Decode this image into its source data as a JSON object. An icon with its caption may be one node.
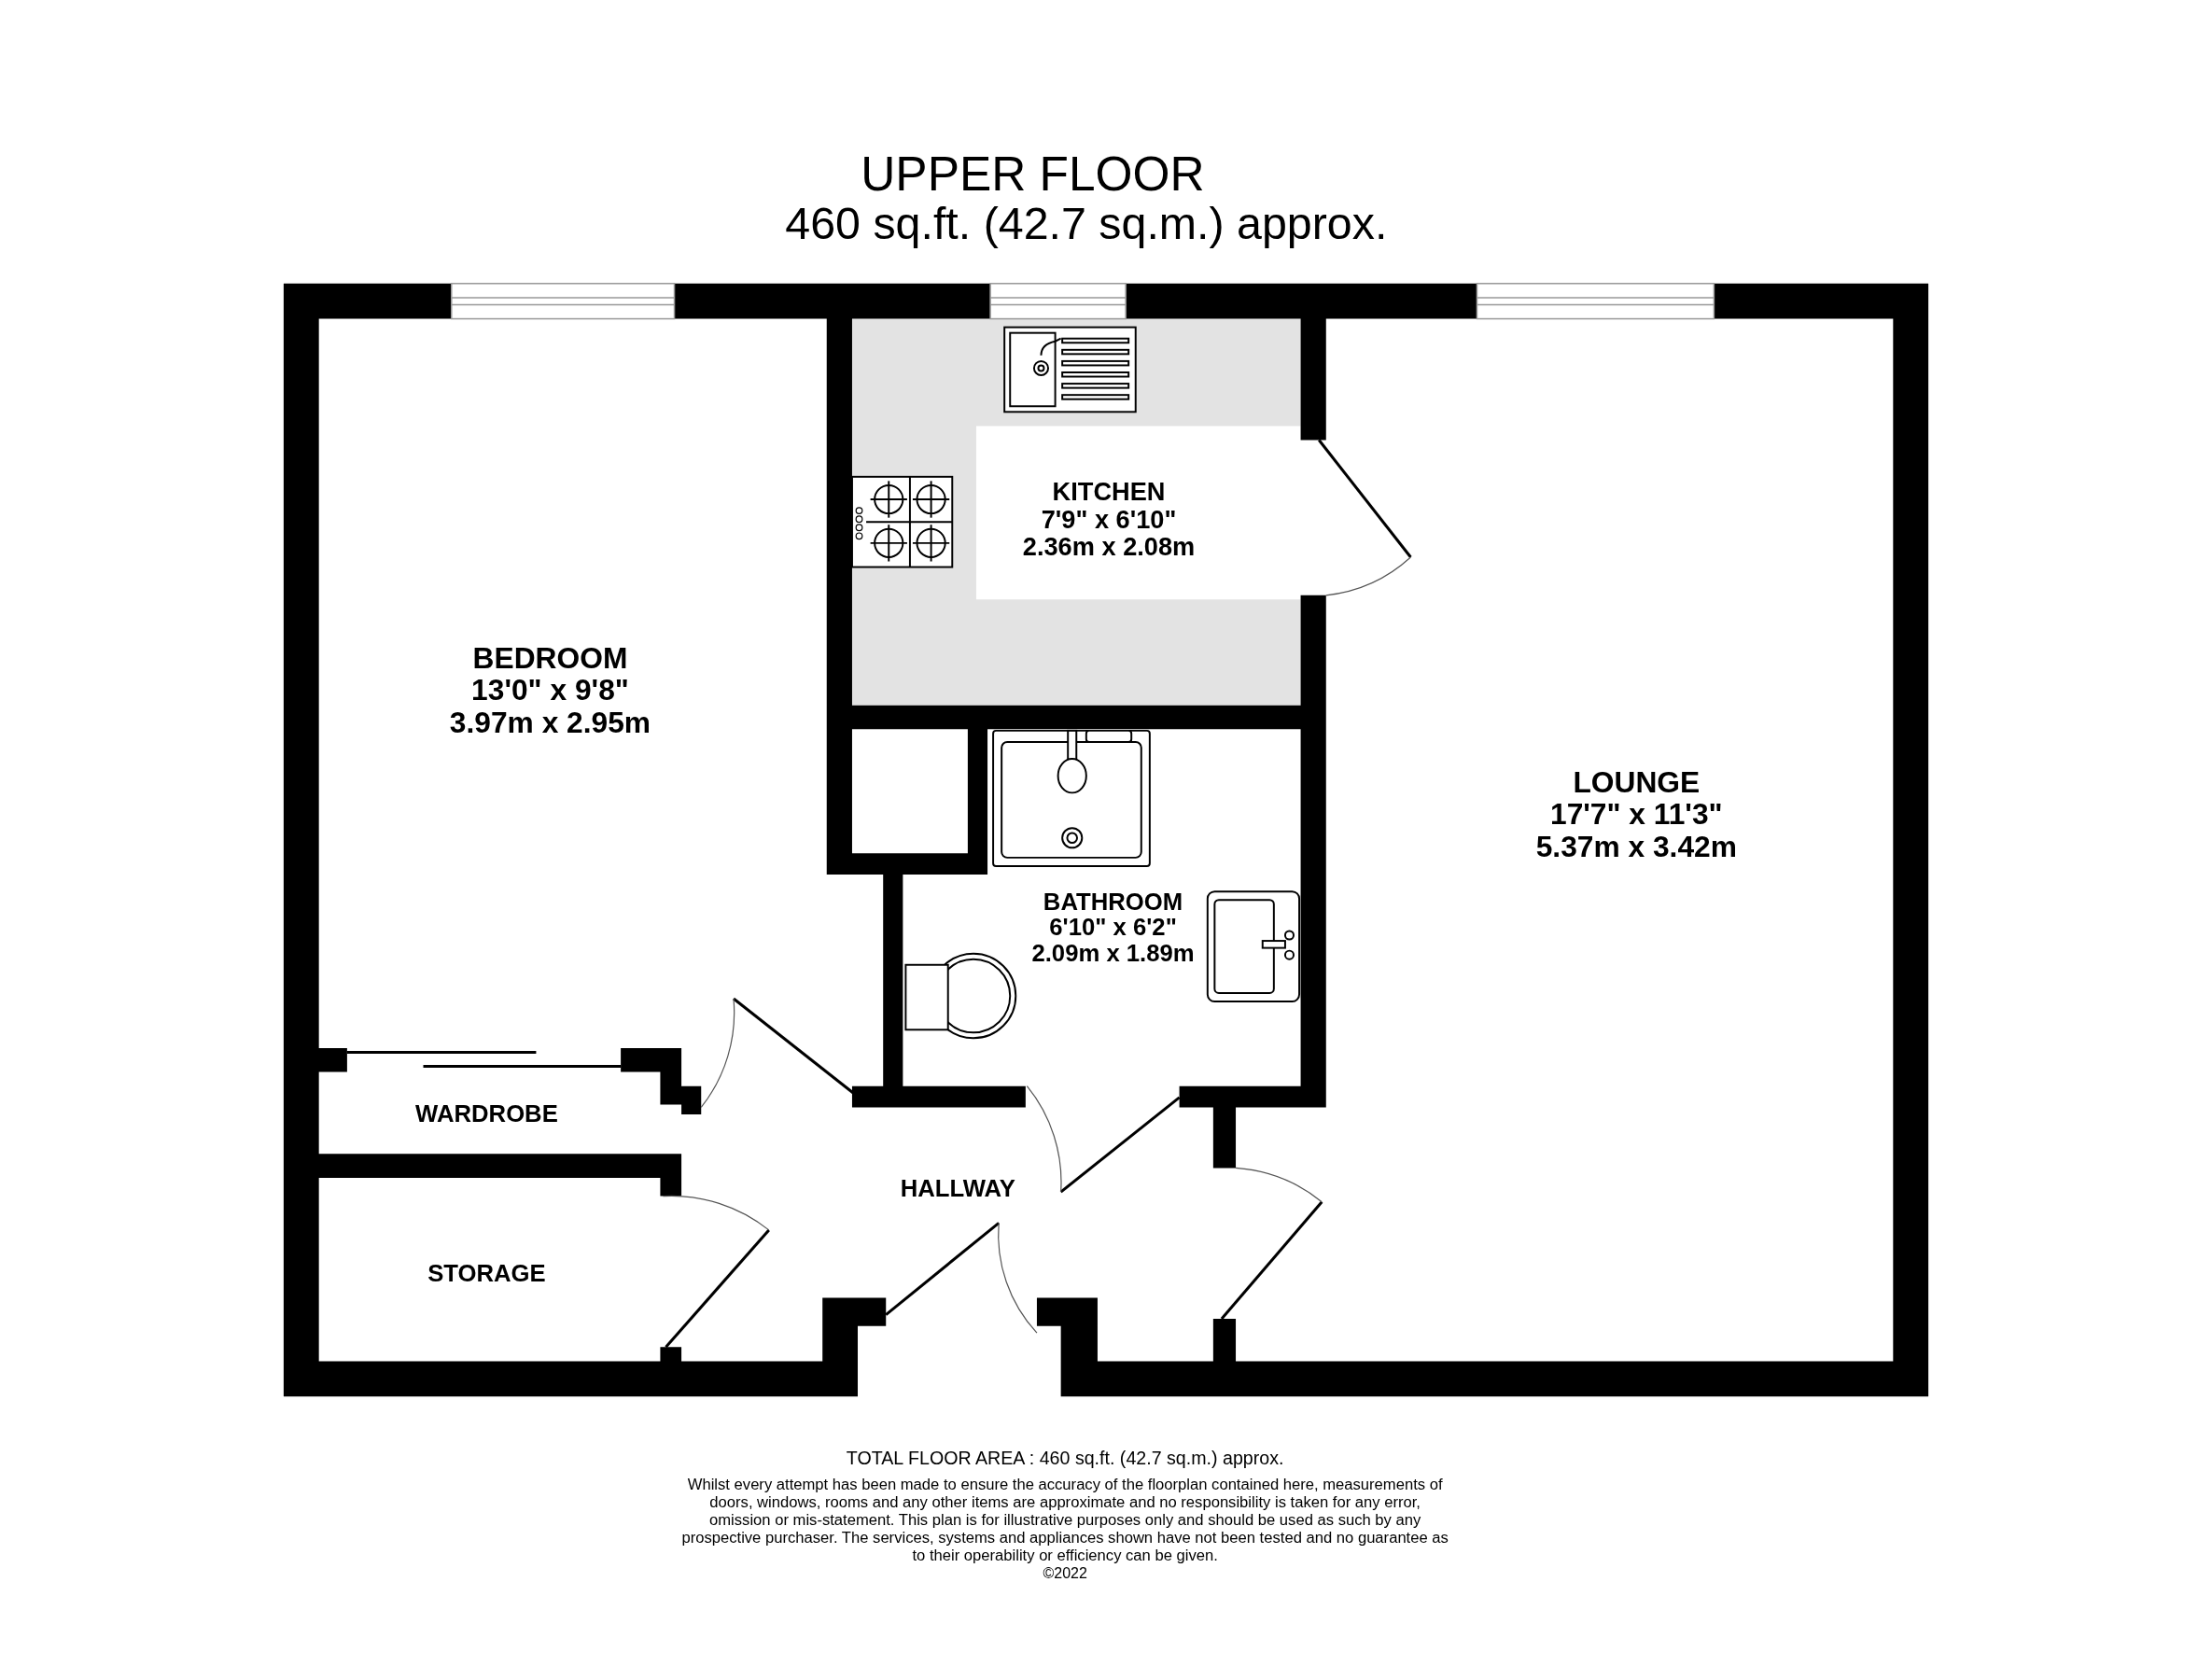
{
  "diagram": {
    "title": "UPPER FLOOR",
    "nodes": [
      {
        "text": [
          "BEDROOM",
          "13'0\" x 9'8\"",
          "3.97m x 2.95m"
        ]
      },
      {
        "text": [
          "KITCHEN",
          "7'9\" x 6'10\"",
          "2.36m x 2.08m"
        ]
      },
      {
        "text": [
          "LOUNGE",
          "17'7\" x 11'3\"",
          "5.37m x 3.42m"
        ]
      },
      {
        "text": [
          "BATHROOM",
          "6'10\" x 6'2\"",
          "2.09m x 1.89m"
        ]
      },
      {
        "text": [
          "WARDROBE"
        ]
      },
      {
        "text": [
          "HALLWAY"
        ]
      },
      {
        "text": [
          "STORAGE"
        ]
      }
    ],
    "labels": [
      "460 sq.ft. (42.7 sq.m.) approx.",
      "TOTAL FLOOR AREA : 460 sq.ft. (42.7 sq.m.) approx.",
      "Whilst every attempt has been made to ensure the accuracy of the floorplan contained here, measurements of doors, windows, rooms and any other items are approximate and no responsibility is taken for any error, omission or mis-statement. This plan is for illustrative purposes only and should be used as such by any prospective purchaser. The services, systems and appliances shown have not been tested and no guarantee as to their operability or efficiency can be given.",
      "©2022"
    ]
  }
}
